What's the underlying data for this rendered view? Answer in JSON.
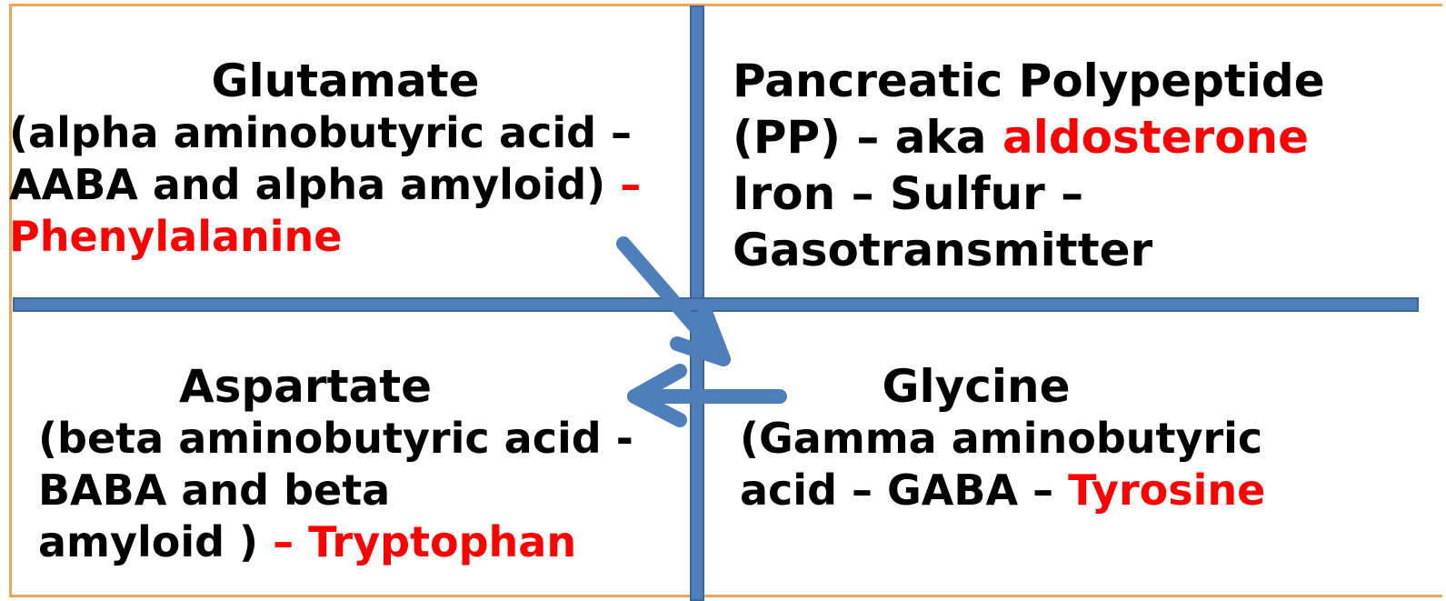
{
  "quadrants": {
    "top_left": {
      "title": "Glutamate",
      "line1": "(alpha aminobutyric acid –",
      "line2_black": "AABA and alpha amyloid)",
      "line2_red": " –",
      "line3_red": "Phenylalanine"
    },
    "top_right": {
      "line1": "Pancreatic Polypeptide",
      "line2_black": "(PP) – aka ",
      "line2_red": "aldosterone",
      "line3": "Iron – Sulfur –",
      "line4": "Gasotransmitter"
    },
    "bottom_left": {
      "title": "Aspartate",
      "line1": "(beta aminobutyric acid -",
      "line2": "BABA and beta",
      "line3_black": "amyloid ) ",
      "line3_red": "– Tryptophan"
    },
    "bottom_right": {
      "title": "Glycine",
      "line1": "(Gamma aminobutyric",
      "line2_black": "acid – GABA – ",
      "line2_red": "Tyrosine"
    }
  },
  "colors": {
    "frame": "#F0A35A",
    "divider": "#4E7FBA",
    "arrow": "#4E7FBA",
    "highlight": "#FF0000"
  }
}
